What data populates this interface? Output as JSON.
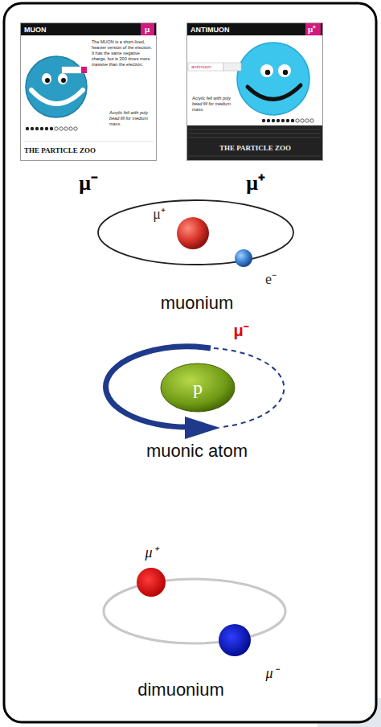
{
  "diagram": {
    "nodes": [
      {
        "text": [
          "MUON",
          "μ",
          "The MUON is a short-lived, heavier version of the electron. It has the same negative charge, but is 200 times more massive than the electron.",
          "Acrylic felt with poly bead fill for medium mass.",
          "THE PARTICLE ZOO"
        ]
      },
      {
        "text": [
          "ANTIMUON",
          "μ⁺",
          "antimuon",
          "Acrylic felt with poly bead fill for medium mass.",
          "THE PARTICLE ZOO"
        ]
      }
    ],
    "labels": [
      "μ⁻",
      "μ⁺",
      "μ⁺",
      "e⁻",
      "muonium",
      "p",
      "μ⁻",
      "muonic atom",
      "μ⁺",
      "μ⁻",
      "dimuonium"
    ]
  }
}
